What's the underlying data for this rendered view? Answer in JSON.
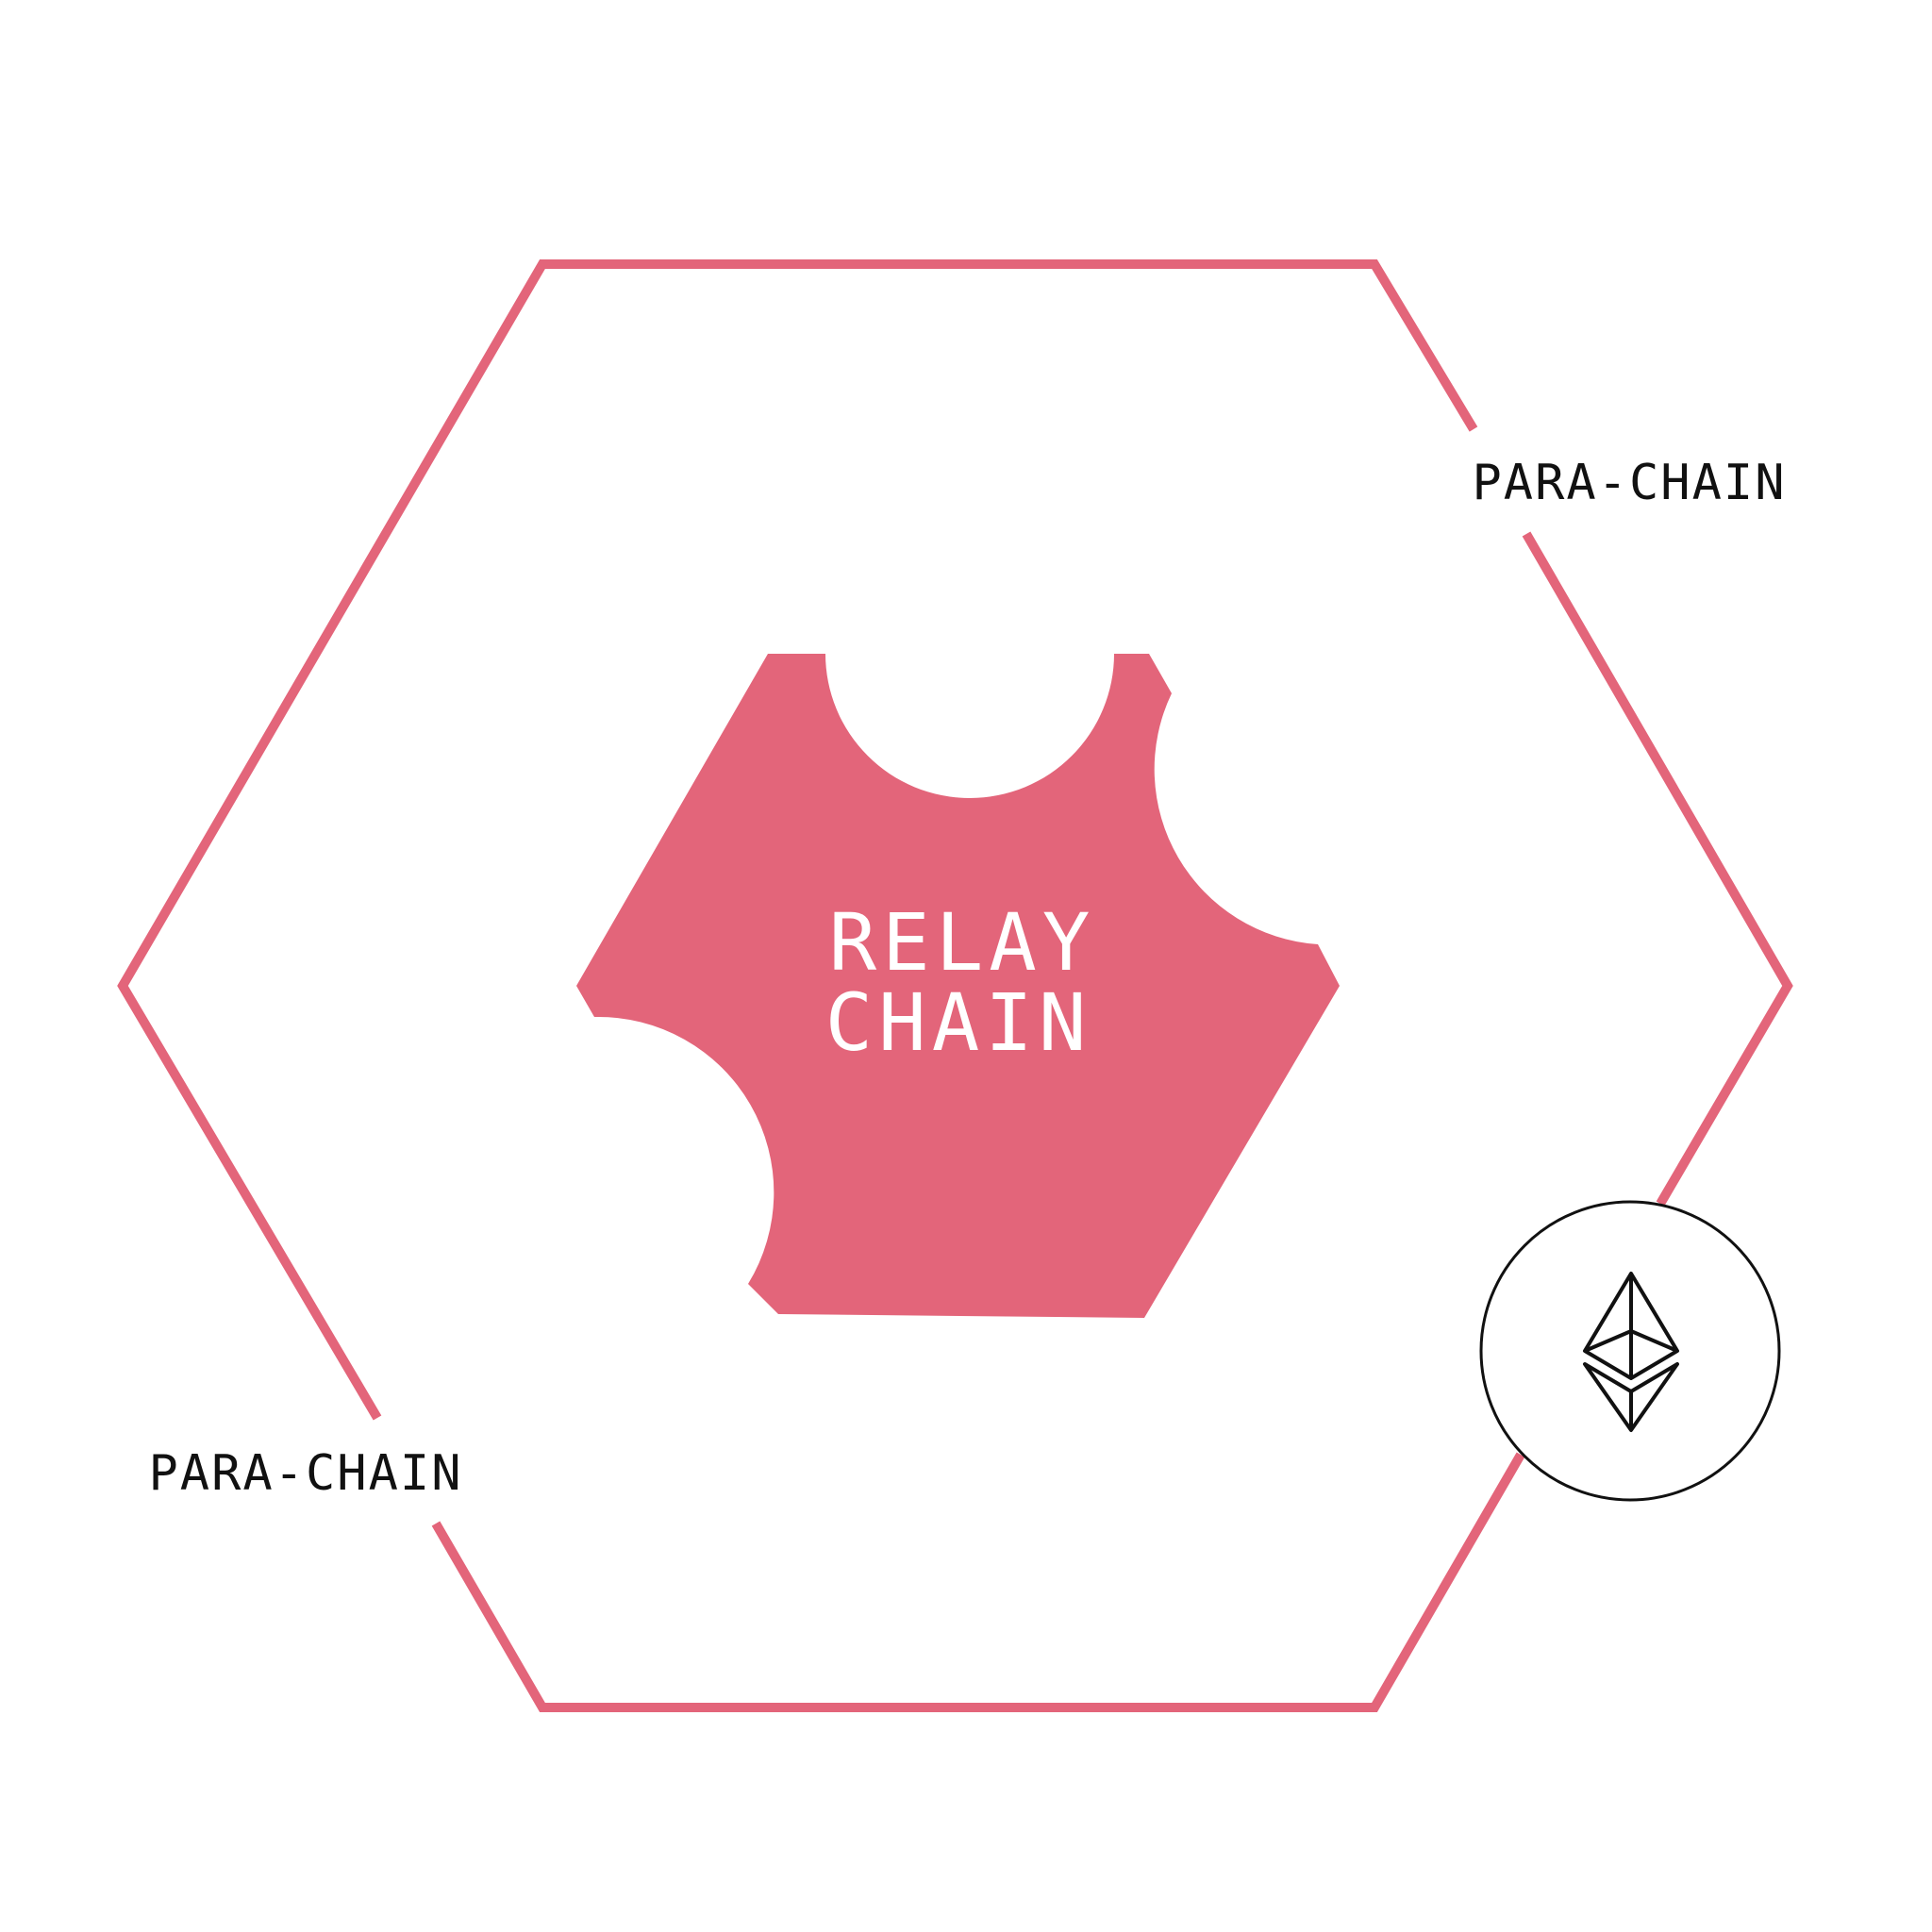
{
  "colors": {
    "accent": "#e3657a",
    "ink": "#111111",
    "background": "#ffffff"
  },
  "relay_chain": {
    "line1": "RELAY",
    "line2": "CHAIN"
  },
  "parachain_top": {
    "label": "PARA-CHAIN"
  },
  "parachain_bottom": {
    "label": "PARA-CHAIN"
  },
  "icons": {
    "ethereum": "ethereum-icon"
  }
}
